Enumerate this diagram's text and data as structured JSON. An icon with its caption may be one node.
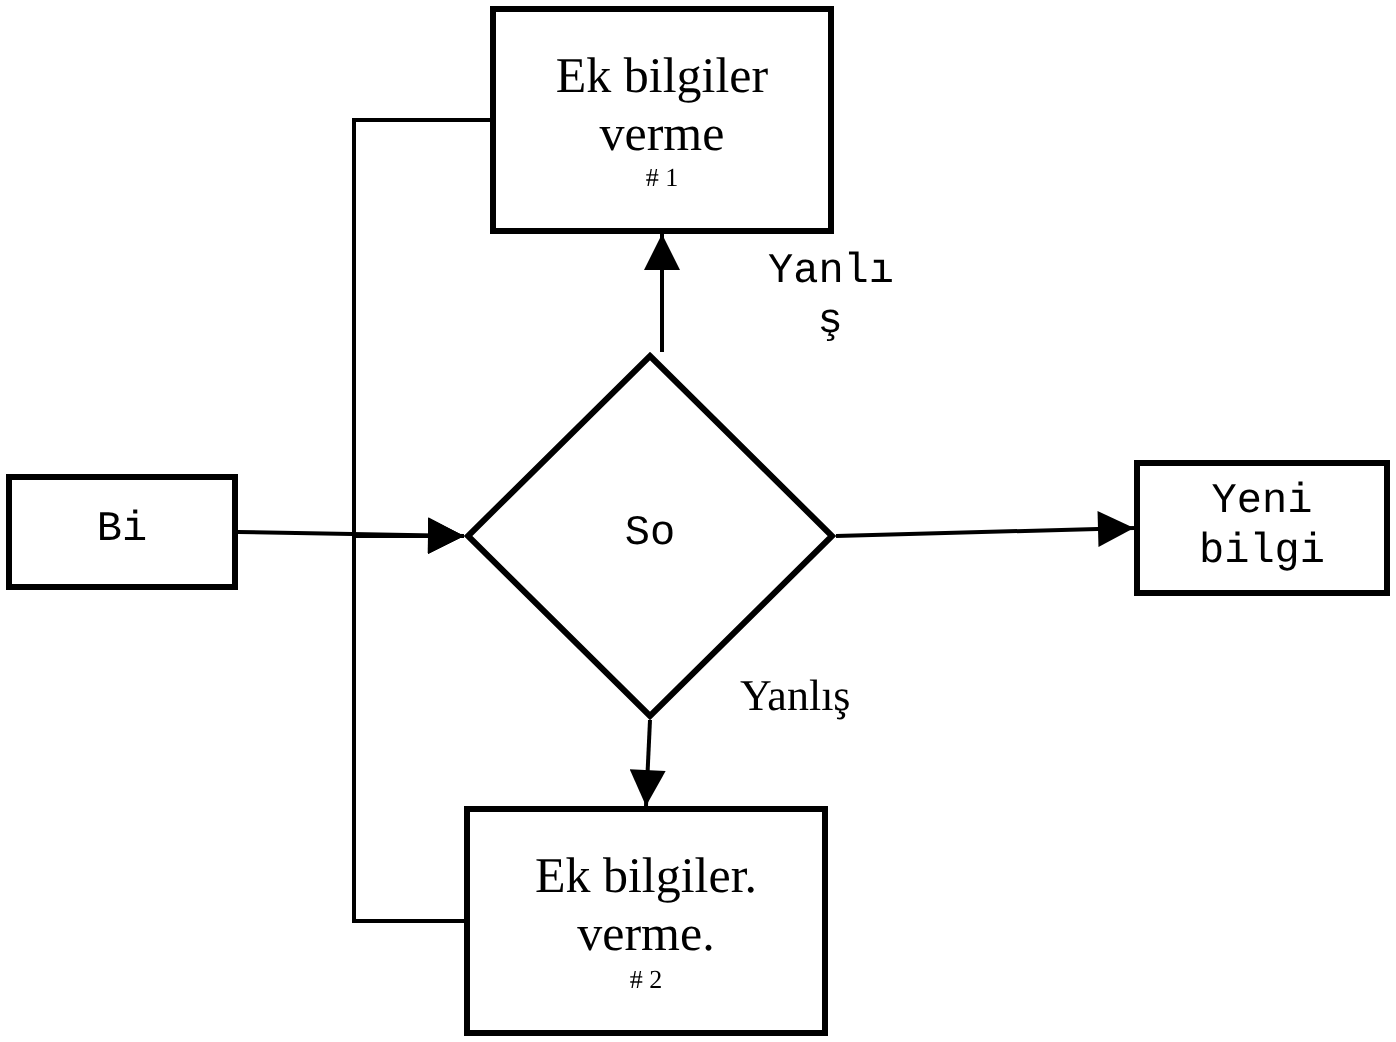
{
  "diagram": {
    "nodes": [
      {
        "text": [
          "Bi"
        ]
      },
      {
        "text": [
          "Ek bilgiler verme",
          "# 1"
        ]
      },
      {
        "text": [
          "So"
        ]
      },
      {
        "text": [
          "Yeni bilgi"
        ]
      },
      {
        "text": [
          "Ek bilgiler. verme.",
          "# 2"
        ]
      }
    ],
    "edges": [
      {
        "from": 0,
        "to": 2,
        "arrow": "to"
      },
      {
        "from": 2,
        "to": 1,
        "arrow": "to",
        "label": "Yanlı ş"
      },
      {
        "from": 2,
        "to": 3,
        "arrow": "to"
      },
      {
        "from": 2,
        "to": 4,
        "arrow": "to",
        "label": "Yanlış"
      },
      {
        "from": 1,
        "to": 2,
        "arrow": "to"
      },
      {
        "from": 4,
        "to": 2,
        "arrow": "to"
      }
    ]
  }
}
